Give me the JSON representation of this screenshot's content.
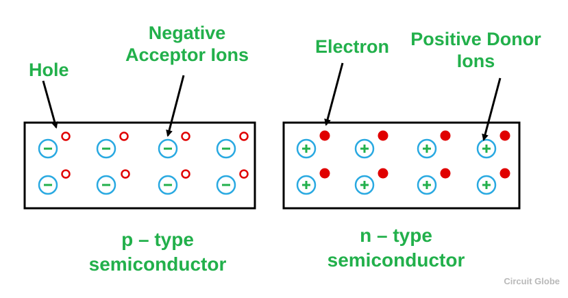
{
  "colors": {
    "label_green": "#22b04b",
    "ion_circle": "#29a9e1",
    "ion_sign": "#22b04b",
    "carrier_red": "#e00000",
    "box_border": "#000000",
    "watermark": "#b9b9b9"
  },
  "labels": {
    "hole": "Hole",
    "neg_acceptor_line1": "Negative",
    "neg_acceptor_line2": "Acceptor Ions",
    "electron": "Electron",
    "pos_donor_line1": "Positive Donor",
    "pos_donor_line2": "Ions"
  },
  "captions": {
    "p_line1": "p – type",
    "p_line2": "semiconductor",
    "n_line1": "n – type",
    "n_line2": "semiconductor"
  },
  "p_type": {
    "rows": 2,
    "columns": 4,
    "ion_sign": "-",
    "ion_icon": "negative-ion-circle-icon",
    "carrier_icon": "hole-circle-icon"
  },
  "n_type": {
    "rows": 2,
    "columns": 4,
    "ion_sign": "+",
    "ion_icon": "positive-ion-circle-icon",
    "carrier_icon": "electron-dot-icon"
  },
  "watermark": "Circuit Globe"
}
